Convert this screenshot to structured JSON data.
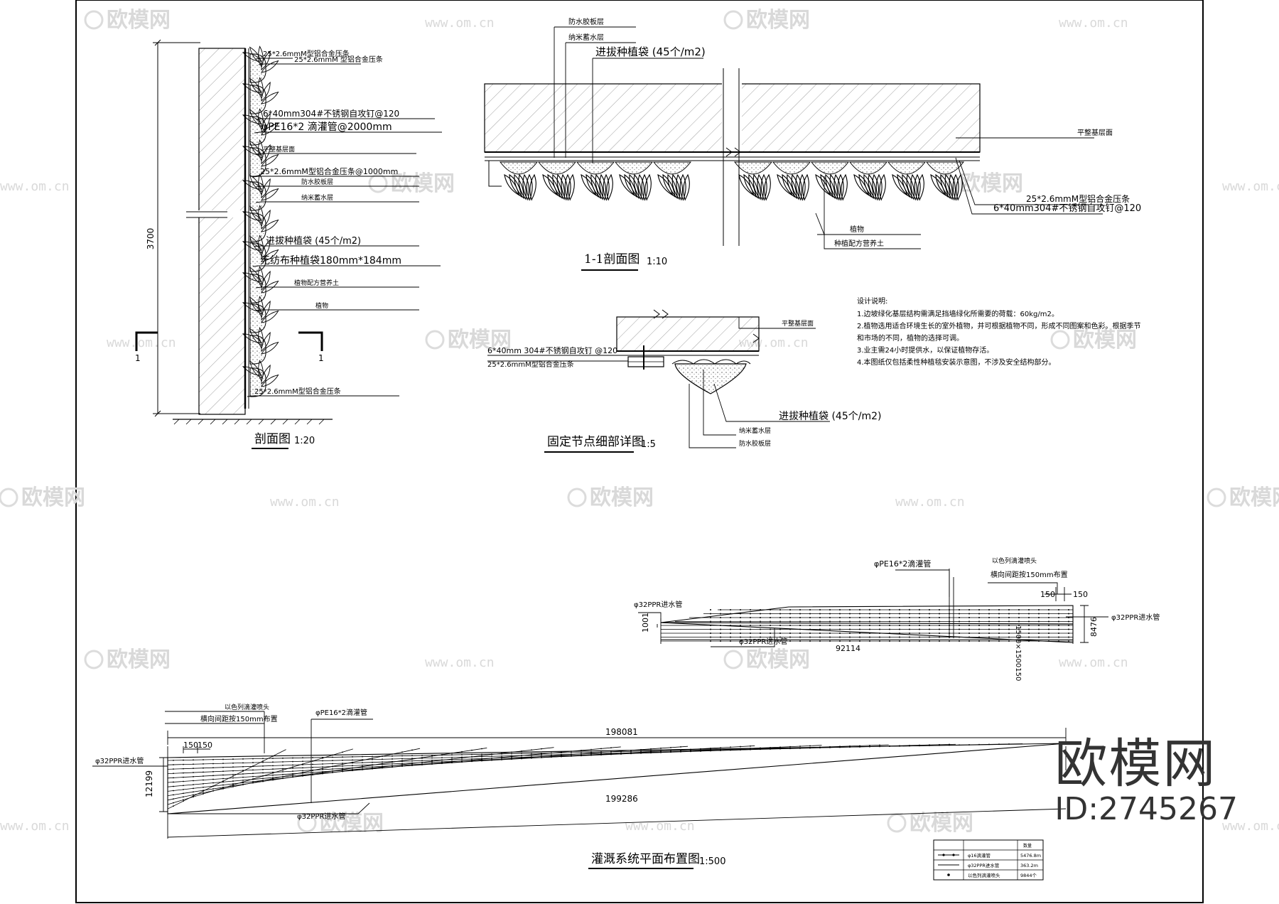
{
  "watermark": {
    "logo_text": "欧模网",
    "url": "www.om.cn"
  },
  "brand": {
    "name": "欧模网",
    "id_label": "ID:2745267"
  },
  "section_view": {
    "title": "剖面图",
    "scale": "1:20",
    "height_dim": "3700",
    "cut_mark": "1",
    "labels": [
      "25*2.6mmM型铝合金压条",
      "25*2.6mmM 型铝合金压条",
      "6*40mm304#不锈钢自攻钉@120",
      "φPE16*2 滴灌管@2000mm",
      "平整基层面",
      "25*2.6mmM型铝合金压条@1000mm",
      "防水胶板层",
      "纳米蓄水层",
      "进拔种植袋 (45个/m2)",
      "无纺布种植袋180mm*184mm",
      "植物配方营养土",
      "植物",
      "25*2.6mmM型铝合金压条"
    ]
  },
  "section_1_1": {
    "title": "1-1剖面图",
    "scale": "1:10",
    "labels": [
      "防水胶板层",
      "纳米蓄水层",
      "进拔种植袋 (45个/m2)",
      "平整基层面",
      "25*2.6mmM型铝合金压条",
      "6*40mm304#不锈钢自攻钉@120",
      "植物",
      "种植配方营养土"
    ]
  },
  "notes": {
    "heading": "设计说明:",
    "items": [
      "1.边坡绿化基层结构需满足挡墙绿化所需要的荷载：60kg/m2。",
      "2.植物选用适合环境生长的室外植物，并可根据植物不同，形成不同图案和色彩。根据季节",
      "和市场的不同，植物的选择可调。",
      "3.业主需24小时提供水，以保证植物存活。",
      "4.本图纸仅包括柔性种植毯安装示意图，不涉及安全结构部分。"
    ]
  },
  "fixing_detail": {
    "title": "固定节点细部详图",
    "scale": "1:5",
    "labels": [
      "平整基层面",
      "6*40mm 304#不锈钢自攻钉 @120",
      "25*2.6mmM型铝合金压条",
      "进拔种植袋 (45个/m2)",
      "纳米蓄水层",
      "防水胶板层"
    ]
  },
  "small_plan": {
    "labels": {
      "pe_pipe": "φPE16*2滴灌管",
      "emitter": "以色列滴灌喷头",
      "spacing": "横向间距按150mm布置",
      "inlet_left": "φ32PPR进水管",
      "inlet_right": "φ32PPR进水管",
      "inlet_bottom": "φ32PPR进水管"
    },
    "dims": {
      "length": "92114",
      "left_h": "1001",
      "right_h": "8476",
      "s1": "150",
      "s2": "150",
      "vert": "1500×1500150"
    }
  },
  "large_plan": {
    "title": "灌溉系统平面布置图",
    "scale": "1:500",
    "labels": {
      "emitter": "以色列滴灌喷头",
      "spacing": "横向间距按150mm布置",
      "pe_pipe": "φPE16*2滴灌管",
      "inlet_left": "φ32PPR进水管",
      "inlet_bottom": "φ32PPR进水管"
    },
    "dims": {
      "top": "198081",
      "bottom": "199286",
      "left_h": "12199",
      "s1": "150",
      "s2": "150"
    }
  },
  "legend": {
    "header": "数量",
    "rows": [
      {
        "name": "φ16滴灌管",
        "qty": "5476.8m"
      },
      {
        "name": "φ32PPR进水管",
        "qty": "363.2m"
      },
      {
        "name": "以色列滴灌喷头",
        "qty": "9844个"
      }
    ]
  }
}
